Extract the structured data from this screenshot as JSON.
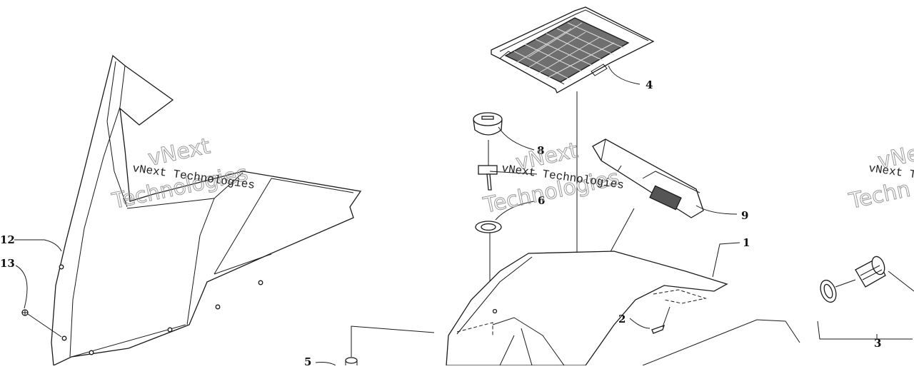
{
  "diagram": {
    "background": "#ffffff",
    "line_color": "#1a1a1a",
    "callouts": {
      "c1": "1",
      "c2": "2",
      "c3": "3",
      "c4": "4",
      "c5": "5",
      "c6": "6",
      "c8": "8",
      "c9": "9",
      "c12": "12",
      "c13": "13"
    },
    "watermarks": [
      {
        "line1": "vNext Technologies",
        "line2a": "vNext",
        "line2b": "Technologies"
      },
      {
        "line1": "vNext Technologies",
        "line2a": "vNext",
        "line2b": "Technologies"
      },
      {
        "line1": "vNext Te",
        "line2a": "vNe",
        "line2b": "Techn"
      }
    ]
  }
}
